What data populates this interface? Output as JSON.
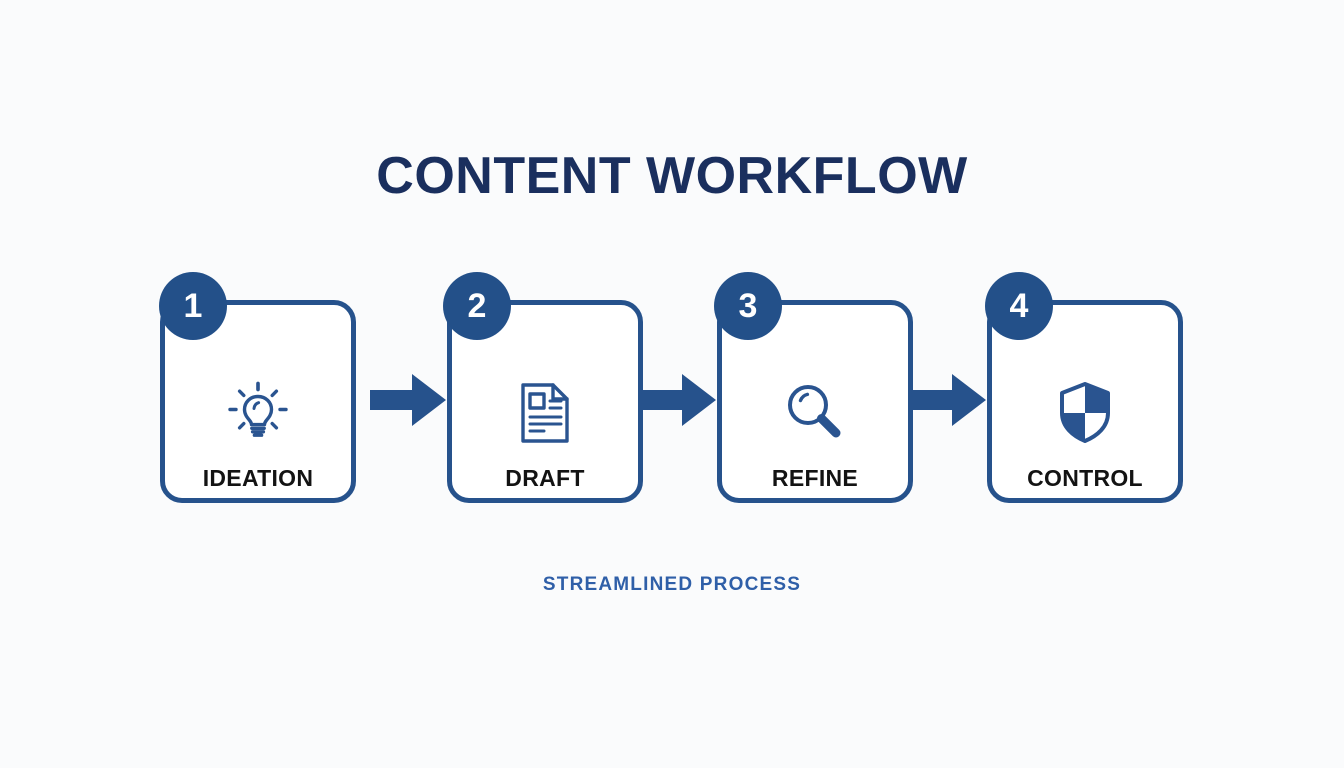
{
  "page": {
    "title": "CONTENT WORKFLOW",
    "footer_caption": "STREAMLINED PROCESS",
    "background_color": "#fafbfc",
    "title_color": "#1a2f5e",
    "accent_color": "#26528c",
    "badge_color": "#235089",
    "footer_color": "#2f5fa8",
    "label_color": "#131313"
  },
  "steps": [
    {
      "number": "1",
      "label": "IDEATION",
      "icon": "lightbulb-icon"
    },
    {
      "number": "2",
      "label": "DRAFT",
      "icon": "document-icon"
    },
    {
      "number": "3",
      "label": "REFINE",
      "icon": "magnifier-icon"
    },
    {
      "number": "4",
      "label": "CONTROL",
      "icon": "shield-icon"
    }
  ],
  "connectors": [
    {
      "icon": "arrow-right-icon",
      "from": "1",
      "to": "2"
    },
    {
      "icon": "arrow-right-icon",
      "from": "2",
      "to": "3"
    },
    {
      "icon": "arrow-right-icon",
      "from": "3",
      "to": "4"
    }
  ]
}
